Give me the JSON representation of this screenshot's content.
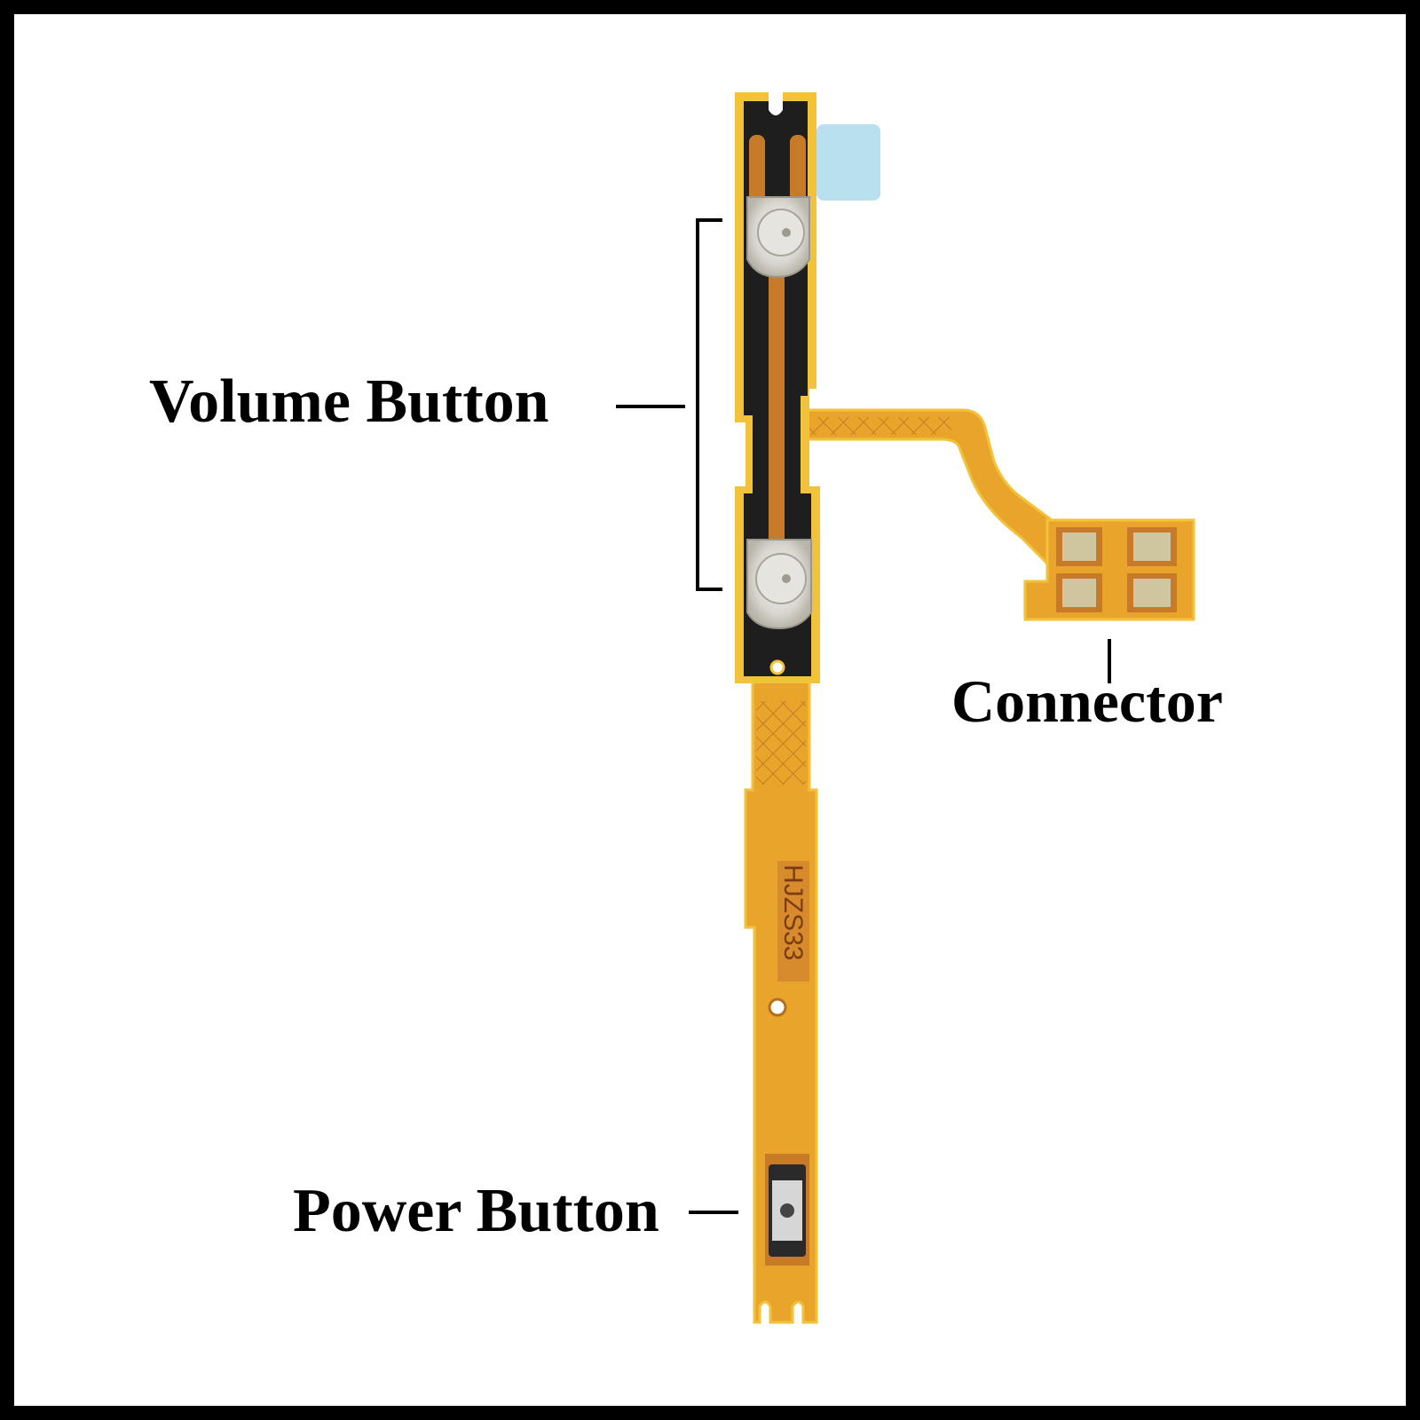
{
  "labels": {
    "volume_button": "Volume Button",
    "connector": "Connector",
    "power_button": "Power Button"
  },
  "pcb_marking": "HJZS33",
  "colors": {
    "border": "#000000",
    "background": "#ffffff",
    "flex_orange": "#e9a52b",
    "flex_edge": "#f2c23a",
    "black_stiffener": "#1e1e1e",
    "trace": "#c77a28",
    "contact_pad": "#cfc6a0",
    "dome": "#dcdcd6",
    "blue_tape": "#b9e0ef",
    "pcb_text": "#7a3d12"
  }
}
